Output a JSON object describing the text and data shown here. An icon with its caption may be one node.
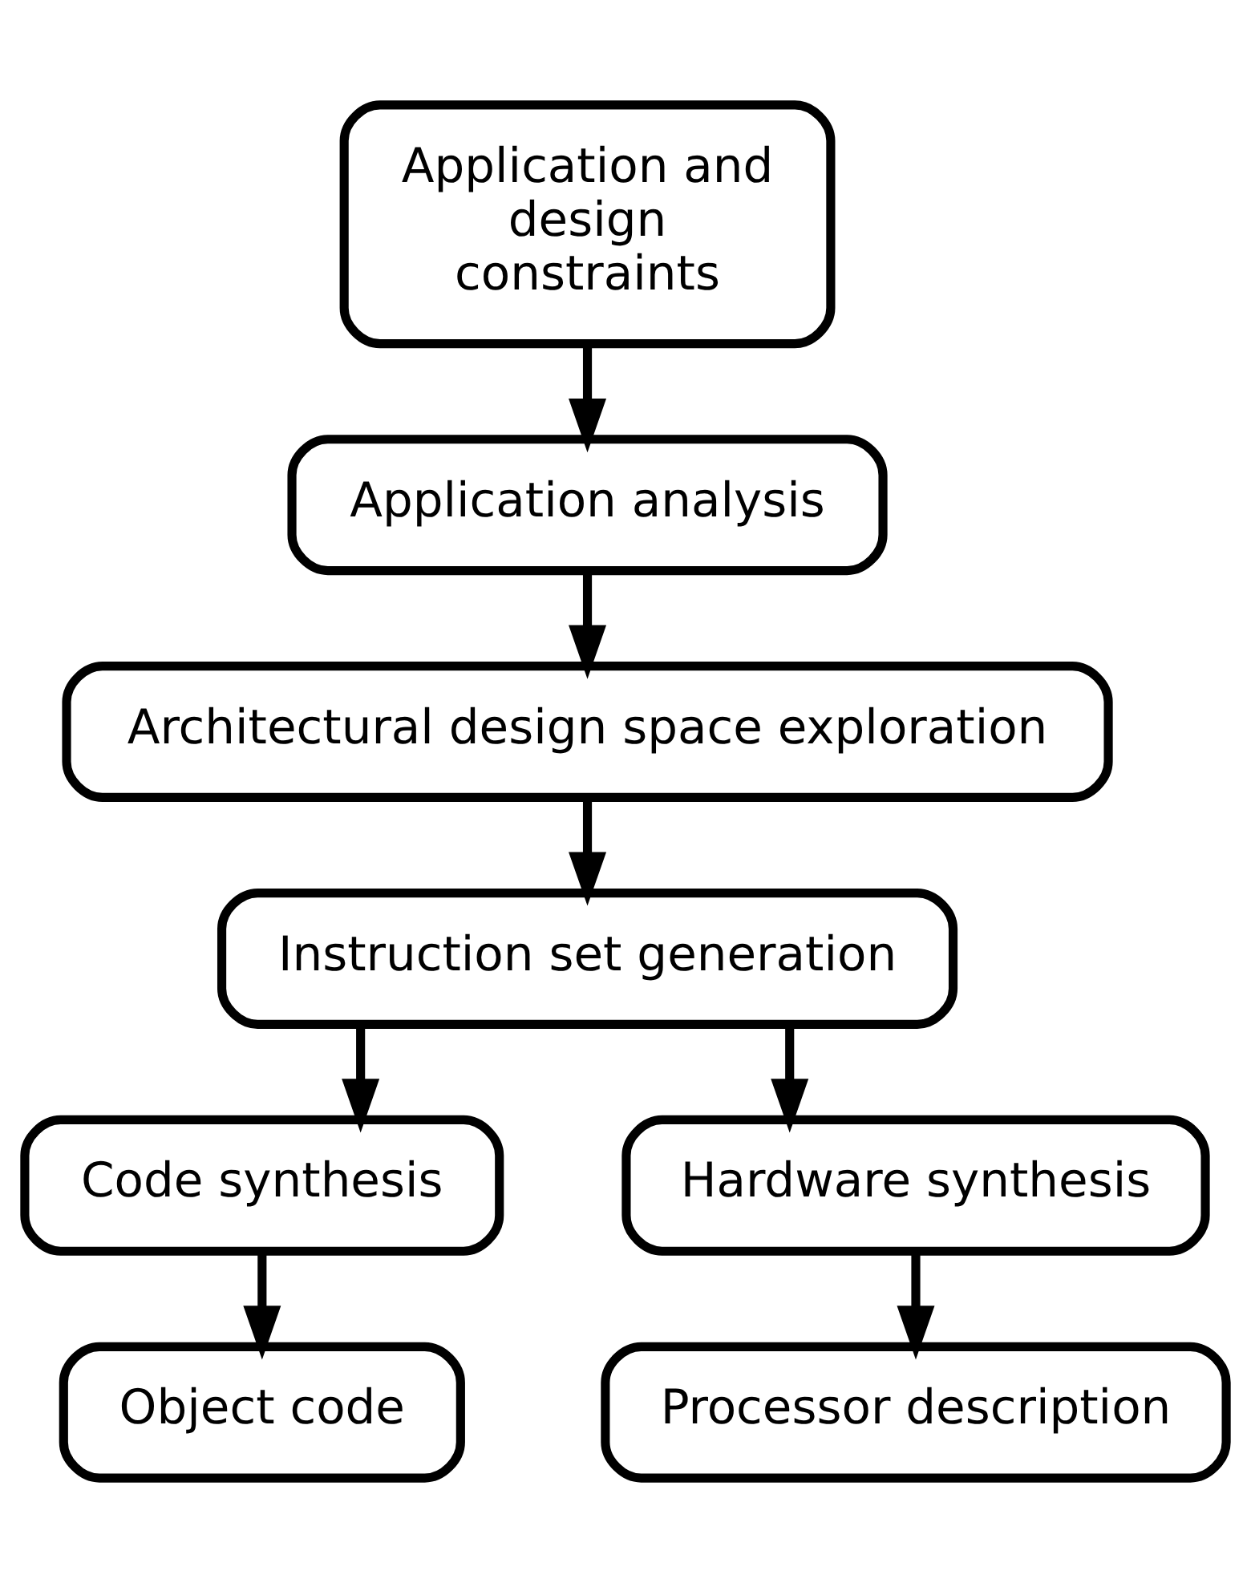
{
  "diagram": {
    "nodes": [
      {
        "text": [
          "Application and design constraints"
        ]
      },
      {
        "text": [
          "Application analysis"
        ]
      },
      {
        "text": [
          "Architectural design space exploration"
        ]
      },
      {
        "text": [
          "Instruction set generation"
        ]
      },
      {
        "text": [
          "Code synthesis"
        ]
      },
      {
        "text": [
          "Hardware synthesis"
        ]
      },
      {
        "text": [
          "Object code"
        ]
      },
      {
        "text": [
          "Processor description"
        ]
      }
    ],
    "edges": [
      {
        "from": 0,
        "to": 1,
        "arrow": "to"
      },
      {
        "from": 1,
        "to": 2,
        "arrow": "to"
      },
      {
        "from": 2,
        "to": 3,
        "arrow": "to"
      },
      {
        "from": 3,
        "to": 4,
        "arrow": "to"
      },
      {
        "from": 3,
        "to": 5,
        "arrow": "to"
      },
      {
        "from": 4,
        "to": 6,
        "arrow": "to"
      },
      {
        "from": 5,
        "to": 7,
        "arrow": "to"
      }
    ]
  }
}
